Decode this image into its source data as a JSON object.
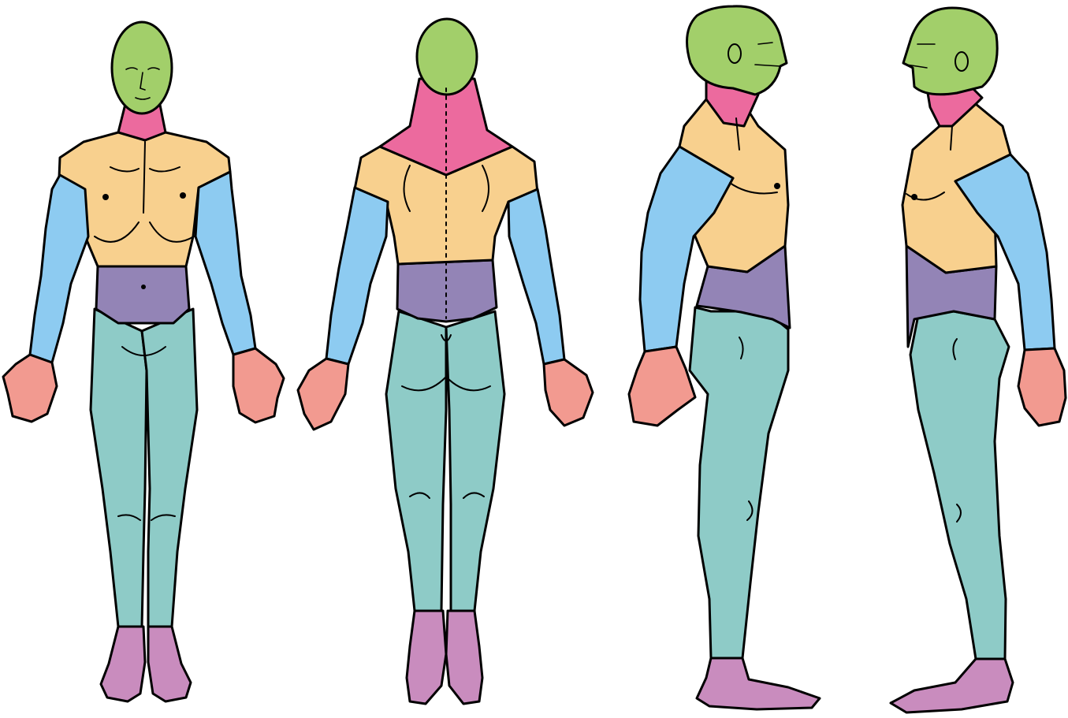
{
  "regions": [
    {
      "id": "head",
      "color": "#a2cf6a"
    },
    {
      "id": "neck",
      "color": "#ec6a9e"
    },
    {
      "id": "chest-upper-back",
      "color": "#f8d08e"
    },
    {
      "id": "abdomen-lower-back",
      "color": "#9384b6"
    },
    {
      "id": "arms",
      "color": "#8dcbf1"
    },
    {
      "id": "hands",
      "color": "#f29a90"
    },
    {
      "id": "legs",
      "color": "#8ecbc7"
    },
    {
      "id": "feet",
      "color": "#c98cbe"
    }
  ],
  "views": [
    "front",
    "back",
    "right-side",
    "left-side"
  ]
}
